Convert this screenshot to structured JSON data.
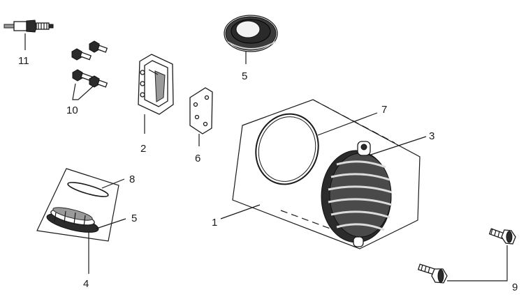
{
  "labels": {
    "l1": "1",
    "l2": "2",
    "l3": "3",
    "l4": "4",
    "l5a": "5",
    "l5b": "5",
    "l6": "6",
    "l7": "7",
    "l8": "8",
    "l9": "9",
    "l10": "10",
    "l11": "11"
  }
}
